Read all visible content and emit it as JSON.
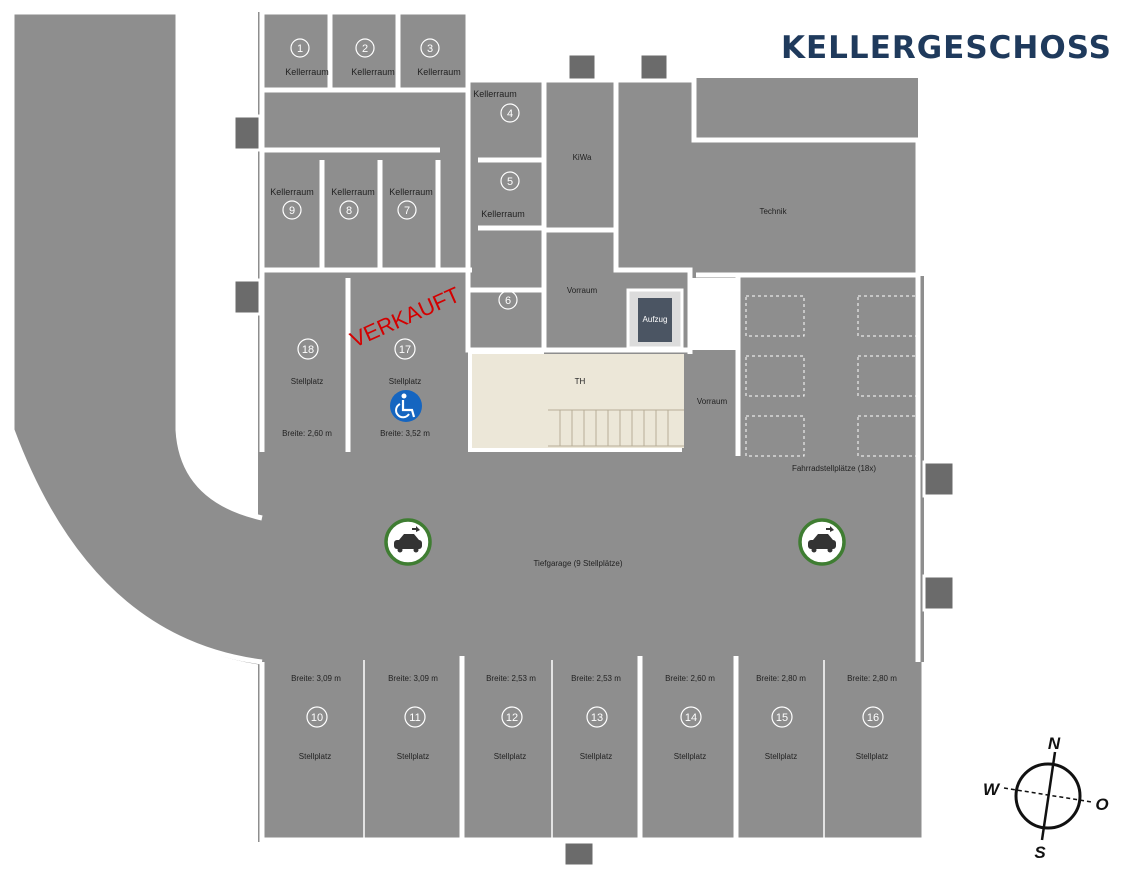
{
  "title": "KELLERGESCHOSS",
  "colors": {
    "floor": "#8e8e8e",
    "wall": "#ffffff",
    "stair": "#ece7d8",
    "sold": "#d40000",
    "ev_ring": "#3f7d32",
    "compass": "#111111",
    "title": "#1f3a5c"
  },
  "storage_rooms": [
    {
      "number": "1",
      "label": "Kellerraum"
    },
    {
      "number": "2",
      "label": "Kellerraum"
    },
    {
      "number": "3",
      "label": "Kellerraum"
    },
    {
      "number": "4",
      "label": "Kellerraum"
    },
    {
      "number": "5",
      "label": "Kellerraum"
    },
    {
      "number": "6",
      "label": ""
    },
    {
      "number": "7",
      "label": "Kellerraum"
    },
    {
      "number": "8",
      "label": "Kellerraum"
    },
    {
      "number": "9",
      "label": "Kellerraum"
    }
  ],
  "rooms": {
    "kiwa": "KiWa",
    "technik": "Technik",
    "vorraum_1": "Vorraum",
    "vorraum_2": "Vorraum",
    "aufzug": "Aufzug",
    "th": "TH",
    "bike_area": "Fahrradstellplätze (18x)",
    "garage": "Tiefgarage (9 Stellplätze)"
  },
  "sold_label": "VERKAUFT",
  "accessible_icon": "wheelchair-icon",
  "ev_icon": "ev-charging-icon",
  "parking_upper": [
    {
      "number": "18",
      "label": "Stellplatz",
      "width": "Breite: 2,60 m"
    },
    {
      "number": "17",
      "label": "Stellplatz",
      "width": "Breite: 3,52 m"
    }
  ],
  "parking_lower": [
    {
      "number": "10",
      "label": "Stellplatz",
      "width": "Breite: 3,09 m"
    },
    {
      "number": "11",
      "label": "Stellplatz",
      "width": "Breite: 3,09 m"
    },
    {
      "number": "12",
      "label": "Stellplatz",
      "width": "Breite: 2,53 m"
    },
    {
      "number": "13",
      "label": "Stellplatz",
      "width": "Breite: 2,53 m"
    },
    {
      "number": "14",
      "label": "Stellplatz",
      "width": "Breite: 2,60 m"
    },
    {
      "number": "15",
      "label": "Stellplatz",
      "width": "Breite: 2,80 m"
    },
    {
      "number": "16",
      "label": "Stellplatz",
      "width": "Breite: 2,80 m"
    }
  ],
  "compass": {
    "n": "N",
    "s": "S",
    "w": "W",
    "o": "O"
  }
}
